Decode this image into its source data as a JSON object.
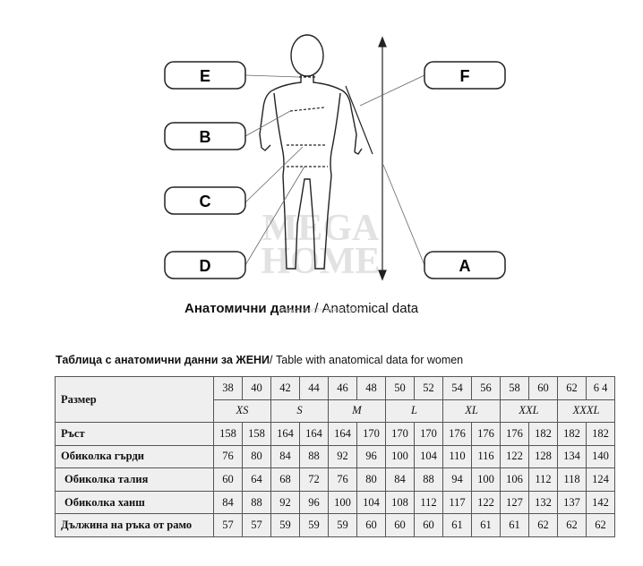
{
  "figure": {
    "labels": [
      "E",
      "F",
      "B",
      "C",
      "D",
      "A"
    ],
    "watermark": {
      "line1": "MEGA",
      "line2": "HOME",
      "tagline": "индустриален мека портал"
    }
  },
  "caption": {
    "bold": "Анатомични данни",
    "rest": " / Anatomical data"
  },
  "table_title": {
    "bold": "Таблица с анатомични данни за ЖЕНИ",
    "rest": "/ Table with anatomical data for women"
  },
  "table": {
    "size_header": "Размер",
    "sizes": [
      "38",
      "40",
      "42",
      "44",
      "46",
      "48",
      "50",
      "52",
      "54",
      "56",
      "58",
      "60",
      "62",
      "6 4"
    ],
    "groups": [
      "XS",
      "S",
      "M",
      "L",
      "XL",
      "XXL",
      "XXXL"
    ],
    "rows": [
      {
        "label": "Ръст",
        "values": [
          "158",
          "158",
          "164",
          "164",
          "164",
          "170",
          "170",
          "170",
          "176",
          "176",
          "176",
          "182",
          "182",
          "182"
        ]
      },
      {
        "label": "Обиколка гърди",
        "values": [
          "76",
          "80",
          "84",
          "88",
          "92",
          "96",
          "100",
          "104",
          "110",
          "116",
          "122",
          "128",
          "134",
          "140"
        ]
      },
      {
        "label": "Обиколка талия",
        "values": [
          "60",
          "64",
          "68",
          "72",
          "76",
          "80",
          "84",
          "88",
          "94",
          "100",
          "106",
          "112",
          "118",
          "124"
        ]
      },
      {
        "label": "Обиколка ханш",
        "values": [
          "84",
          "88",
          "92",
          "96",
          "100",
          "104",
          "108",
          "112",
          "117",
          "122",
          "127",
          "132",
          "137",
          "142"
        ]
      },
      {
        "label": "Дължина на ръка от рамо",
        "values": [
          "57",
          "57",
          "59",
          "59",
          "59",
          "60",
          "60",
          "60",
          "61",
          "61",
          "61",
          "62",
          "62",
          "62"
        ]
      }
    ]
  }
}
